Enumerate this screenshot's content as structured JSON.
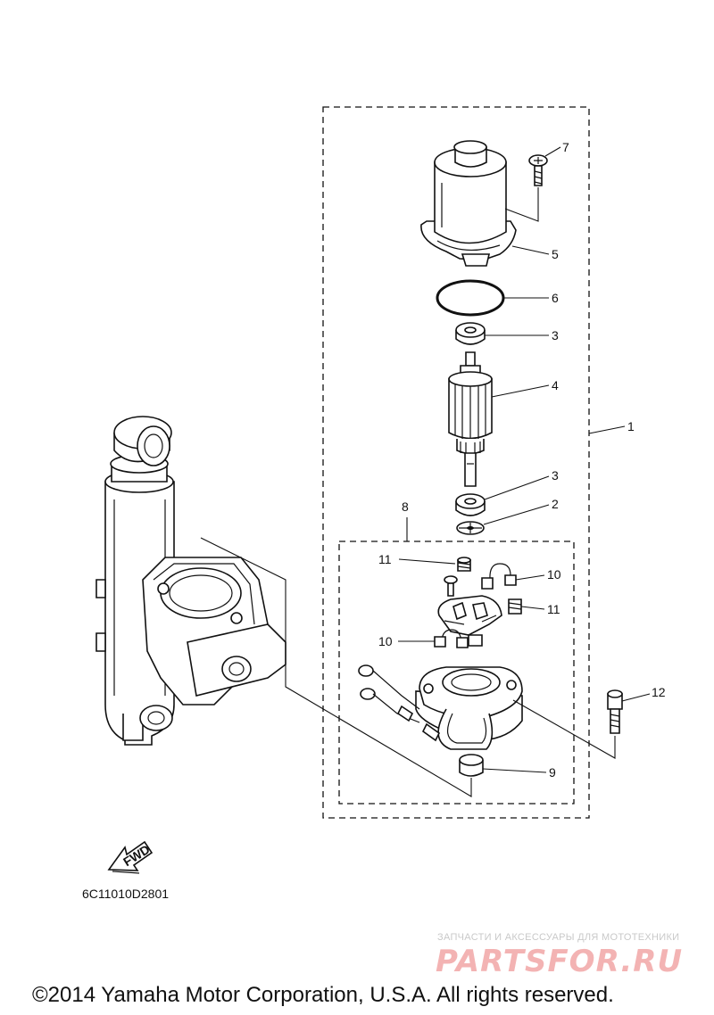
{
  "callouts": {
    "c1": "1",
    "c2": "2",
    "c3a": "3",
    "c3b": "3",
    "c4": "4",
    "c5": "5",
    "c6": "6",
    "c7": "7",
    "c8": "8",
    "c9": "9",
    "c10a": "10",
    "c10b": "10",
    "c11a": "11",
    "c11b": "11",
    "c12": "12"
  },
  "fwd_arrow_label": "FWD",
  "diagram_code": "6C11010D2801",
  "watermark": {
    "tagline": "ЗАПЧАСТИ И АКСЕССУАРЫ ДЛЯ МОТОТЕХНИКИ",
    "logo": "PARTSFOR.RU"
  },
  "copyright": "©2014 Yamaha Motor Corporation, U.S.A. All rights reserved."
}
